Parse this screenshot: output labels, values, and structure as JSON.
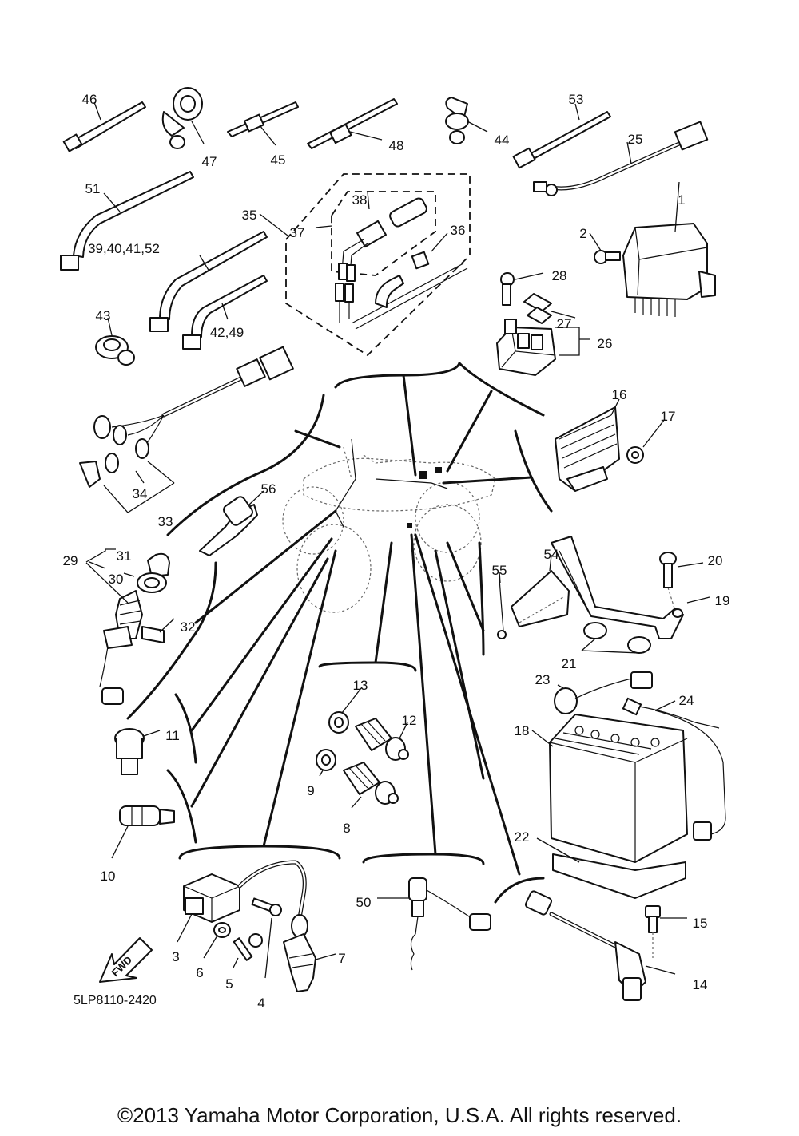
{
  "diagram": {
    "drawing_code": "5LP8110-2420",
    "direction_arrow": "FWD",
    "callouts": [
      "1",
      "2",
      "3",
      "4",
      "5",
      "6",
      "7",
      "8",
      "9",
      "10",
      "11",
      "12",
      "13",
      "14",
      "15",
      "16",
      "17",
      "18",
      "19",
      "20",
      "21",
      "22",
      "23",
      "24",
      "25",
      "26",
      "27",
      "28",
      "29",
      "30",
      "31",
      "32",
      "33",
      "34",
      "35",
      "36",
      "37",
      "38",
      "39,40,41,52",
      "42,49",
      "43",
      "44",
      "45",
      "46",
      "47",
      "48",
      "50",
      "51",
      "53",
      "54",
      "55",
      "56"
    ]
  },
  "footer": {
    "copyright": "©2013 Yamaha Motor Corporation, U.S.A. All rights reserved."
  }
}
